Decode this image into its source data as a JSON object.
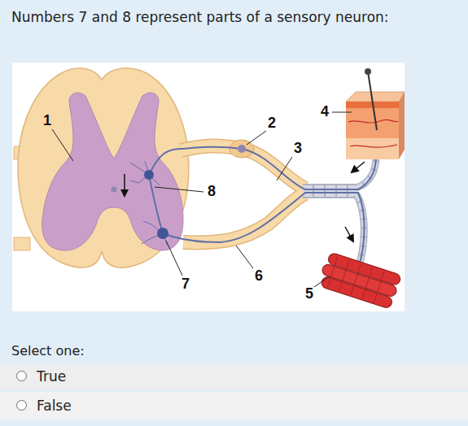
{
  "diagram": {
    "title": "Numbers 7 and 8 represent parts of a sensory neuron:",
    "nodes": [
      {
        "text": [
          "True"
        ]
      },
      {
        "text": [
          "False"
        ]
      }
    ],
    "labels": [
      "1",
      "2",
      "3",
      "4",
      "5",
      "6",
      "7",
      "8",
      "Select one:"
    ]
  }
}
